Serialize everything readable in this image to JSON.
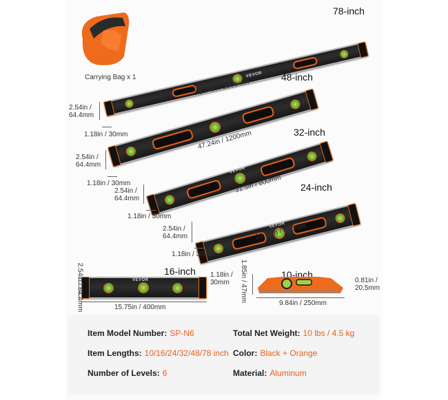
{
  "bag_caption": "Carrying Bag x 1",
  "levels": {
    "l78": {
      "title": "78-inch",
      "length": "78.74in / 2000mm",
      "height": "2.54in /\n64.4mm",
      "width": "1.18in / 30mm"
    },
    "l48": {
      "title": "48-inch",
      "length": "47.24in / 1200mm",
      "height": "2.54in /\n64.4mm",
      "width": "1.18in / 30mm"
    },
    "l32": {
      "title": "32-inch",
      "length": "31.5in / 800mm",
      "height": "2.54in /\n64.4mm",
      "width": "1.18in / 30mm"
    },
    "l24": {
      "title": "24-inch",
      "length": "23.62in / 600mm",
      "height": "2.54in /\n64.4mm",
      "width": "1.18in / 30mm"
    },
    "l16": {
      "title": "16-inch",
      "length": "15.75in / 400mm",
      "height": "2.54in / 64.4mm",
      "width": "1.18in /\n30mm"
    },
    "l10": {
      "title": "10-inch",
      "length": "9.84in / 250mm",
      "height": "1.85in / 47mm",
      "width": "0.81in /\n20.5mm"
    }
  },
  "brand": "VEVOR",
  "specs": {
    "model_key": "Item Model Number:",
    "model_val": "SP-N6",
    "weight_key": "Total Net Weight:",
    "weight_val": "10 lbs / 4.5 kg",
    "lengths_key": "Item Lengths:",
    "lengths_val": "10/16/24/32/48/78 inch",
    "color_key": "Color:",
    "color_val": "Black + Orange",
    "levels_key": "Number of Levels:",
    "levels_val": "6",
    "material_key": "Material:",
    "material_val": "Aluminum"
  },
  "colors": {
    "accent": "#e8601a",
    "body": "#1c1c1c"
  }
}
